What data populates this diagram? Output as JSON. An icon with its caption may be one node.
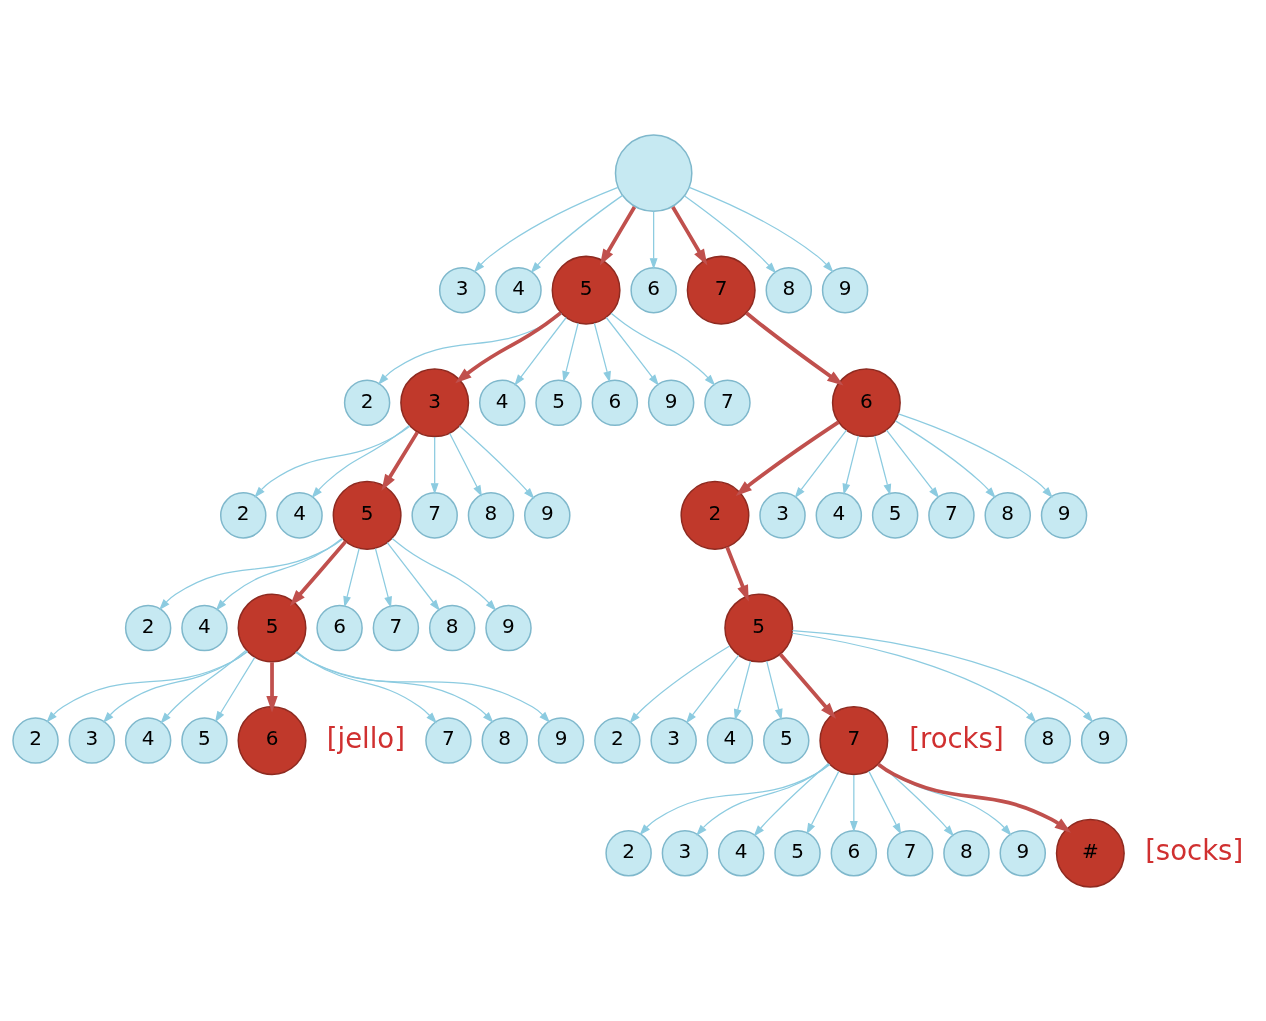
{
  "diagram": {
    "nodes": [
      {
        "text": [],
        "shape": "circle"
      },
      {
        "text": [
          "3"
        ]
      },
      {
        "text": [
          "4"
        ]
      },
      {
        "text": [
          "5"
        ]
      },
      {
        "text": [
          "6"
        ]
      },
      {
        "text": [
          "7"
        ]
      },
      {
        "text": [
          "8"
        ]
      },
      {
        "text": [
          "9"
        ]
      },
      {
        "text": [
          "2"
        ]
      },
      {
        "text": [
          "3"
        ]
      },
      {
        "text": [
          "4"
        ]
      },
      {
        "text": [
          "5"
        ]
      },
      {
        "text": [
          "6"
        ]
      },
      {
        "text": [
          "9"
        ]
      },
      {
        "text": [
          "7"
        ]
      },
      {
        "text": [
          "6"
        ]
      },
      {
        "text": [
          "2"
        ]
      },
      {
        "text": [
          "3"
        ]
      },
      {
        "text": [
          "4"
        ]
      },
      {
        "text": [
          "5"
        ]
      },
      {
        "text": [
          "7"
        ]
      },
      {
        "text": [
          "8"
        ]
      },
      {
        "text": [
          "9"
        ]
      },
      {
        "text": [
          "2"
        ]
      },
      {
        "text": [
          "4"
        ]
      },
      {
        "text": [
          "5"
        ]
      },
      {
        "text": [
          "7"
        ]
      },
      {
        "text": [
          "8"
        ]
      },
      {
        "text": [
          "9"
        ]
      },
      {
        "text": [
          "5"
        ]
      },
      {
        "text": [
          "2"
        ]
      },
      {
        "text": [
          "4"
        ]
      },
      {
        "text": [
          "5"
        ]
      },
      {
        "text": [
          "6"
        ]
      },
      {
        "text": [
          "7"
        ]
      },
      {
        "text": [
          "8"
        ]
      },
      {
        "text": [
          "9"
        ]
      },
      {
        "text": [
          "2"
        ]
      },
      {
        "text": [
          "3"
        ]
      },
      {
        "text": [
          "4"
        ]
      },
      {
        "text": [
          "5"
        ]
      },
      {
        "text": [
          "7"
        ],
        "beside": [
          "[rocks]"
        ]
      },
      {
        "text": [
          "8"
        ]
      },
      {
        "text": [
          "9"
        ]
      },
      {
        "text": [
          "2"
        ]
      },
      {
        "text": [
          "3"
        ]
      },
      {
        "text": [
          "4"
        ]
      },
      {
        "text": [
          "5"
        ]
      },
      {
        "text": [
          "6"
        ],
        "beside": [
          "[jello]"
        ]
      },
      {
        "text": [
          "7"
        ]
      },
      {
        "text": [
          "8"
        ]
      },
      {
        "text": [
          "9"
        ]
      },
      {
        "text": [
          "2"
        ]
      },
      {
        "text": [
          "3"
        ]
      },
      {
        "text": [
          "4"
        ]
      },
      {
        "text": [
          "5"
        ]
      },
      {
        "text": [
          "6"
        ]
      },
      {
        "text": [
          "7"
        ]
      },
      {
        "text": [
          "8"
        ]
      },
      {
        "text": [
          "9"
        ]
      },
      {
        "text": [
          "#"
        ],
        "beside": [
          "[socks]"
        ]
      }
    ],
    "edges": [
      {
        "from": 0,
        "to": 1,
        "arrow": "to"
      },
      {
        "from": 0,
        "to": 2,
        "arrow": "to"
      },
      {
        "from": 0,
        "to": 3,
        "arrow": "to",
        "style": "thick",
        "color": "#c0504d"
      },
      {
        "from": 0,
        "to": 4,
        "arrow": "to"
      },
      {
        "from": 0,
        "to": 5,
        "arrow": "to",
        "style": "thick",
        "color": "#c0504d"
      },
      {
        "from": 0,
        "to": 6,
        "arrow": "to"
      },
      {
        "from": 0,
        "to": 7,
        "arrow": "to"
      },
      {
        "from": 3,
        "to": 8,
        "arrow": "to"
      },
      {
        "from": 3,
        "to": 9,
        "arrow": "to",
        "style": "thick",
        "color": "#c0504d"
      },
      {
        "from": 3,
        "to": 10,
        "arrow": "to"
      },
      {
        "from": 3,
        "to": 11,
        "arrow": "to"
      },
      {
        "from": 3,
        "to": 12,
        "arrow": "to"
      },
      {
        "from": 3,
        "to": 13,
        "arrow": "to"
      },
      {
        "from": 3,
        "to": 14,
        "arrow": "to"
      },
      {
        "from": 5,
        "to": 15,
        "arrow": "to",
        "style": "thick",
        "color": "#c0504d"
      },
      {
        "from": 15,
        "to": 16,
        "arrow": "to",
        "style": "thick",
        "color": "#c0504d"
      },
      {
        "from": 15,
        "to": 17,
        "arrow": "to"
      },
      {
        "from": 15,
        "to": 18,
        "arrow": "to"
      },
      {
        "from": 15,
        "to": 19,
        "arrow": "to"
      },
      {
        "from": 15,
        "to": 20,
        "arrow": "to"
      },
      {
        "from": 15,
        "to": 21,
        "arrow": "to"
      },
      {
        "from": 15,
        "to": 22,
        "arrow": "to"
      },
      {
        "from": 9,
        "to": 23,
        "arrow": "to"
      },
      {
        "from": 9,
        "to": 24,
        "arrow": "to"
      },
      {
        "from": 9,
        "to": 25,
        "arrow": "to",
        "style": "thick",
        "color": "#c0504d"
      },
      {
        "from": 9,
        "to": 26,
        "arrow": "to"
      },
      {
        "from": 9,
        "to": 27,
        "arrow": "to"
      },
      {
        "from": 9,
        "to": 28,
        "arrow": "to"
      },
      {
        "from": 16,
        "to": 29,
        "arrow": "to",
        "style": "thick",
        "color": "#c0504d"
      },
      {
        "from": 25,
        "to": 30,
        "arrow": "to"
      },
      {
        "from": 25,
        "to": 31,
        "arrow": "to"
      },
      {
        "from": 25,
        "to": 32,
        "arrow": "to",
        "style": "thick",
        "color": "#c0504d"
      },
      {
        "from": 25,
        "to": 33,
        "arrow": "to"
      },
      {
        "from": 25,
        "to": 34,
        "arrow": "to"
      },
      {
        "from": 25,
        "to": 35,
        "arrow": "to"
      },
      {
        "from": 25,
        "to": 36,
        "arrow": "to"
      },
      {
        "from": 29,
        "to": 37,
        "arrow": "to"
      },
      {
        "from": 29,
        "to": 38,
        "arrow": "to"
      },
      {
        "from": 29,
        "to": 39,
        "arrow": "to"
      },
      {
        "from": 29,
        "to": 40,
        "arrow": "to"
      },
      {
        "from": 29,
        "to": 41,
        "arrow": "to",
        "style": "thick",
        "color": "#c0504d"
      },
      {
        "from": 29,
        "to": 42,
        "arrow": "to"
      },
      {
        "from": 29,
        "to": 43,
        "arrow": "to"
      },
      {
        "from": 32,
        "to": 44,
        "arrow": "to"
      },
      {
        "from": 32,
        "to": 45,
        "arrow": "to"
      },
      {
        "from": 32,
        "to": 46,
        "arrow": "to"
      },
      {
        "from": 32,
        "to": 47,
        "arrow": "to"
      },
      {
        "from": 32,
        "to": 48,
        "arrow": "to",
        "style": "thick",
        "color": "#c0504d"
      },
      {
        "from": 32,
        "to": 49,
        "arrow": "to"
      },
      {
        "from": 32,
        "to": 50,
        "arrow": "to"
      },
      {
        "from": 32,
        "to": 51,
        "arrow": "to"
      },
      {
        "from": 41,
        "to": 52,
        "arrow": "to"
      },
      {
        "from": 41,
        "to": 53,
        "arrow": "to"
      },
      {
        "from": 41,
        "to": 54,
        "arrow": "to"
      },
      {
        "from": 41,
        "to": 55,
        "arrow": "to"
      },
      {
        "from": 41,
        "to": 56,
        "arrow": "to"
      },
      {
        "from": 41,
        "to": 57,
        "arrow": "to"
      },
      {
        "from": 41,
        "to": 58,
        "arrow": "to"
      },
      {
        "from": 41,
        "to": 59,
        "arrow": "to"
      },
      {
        "from": 41,
        "to": 60,
        "arrow": "to",
        "style": "thick",
        "color": "#c0504d"
      }
    ]
  }
}
